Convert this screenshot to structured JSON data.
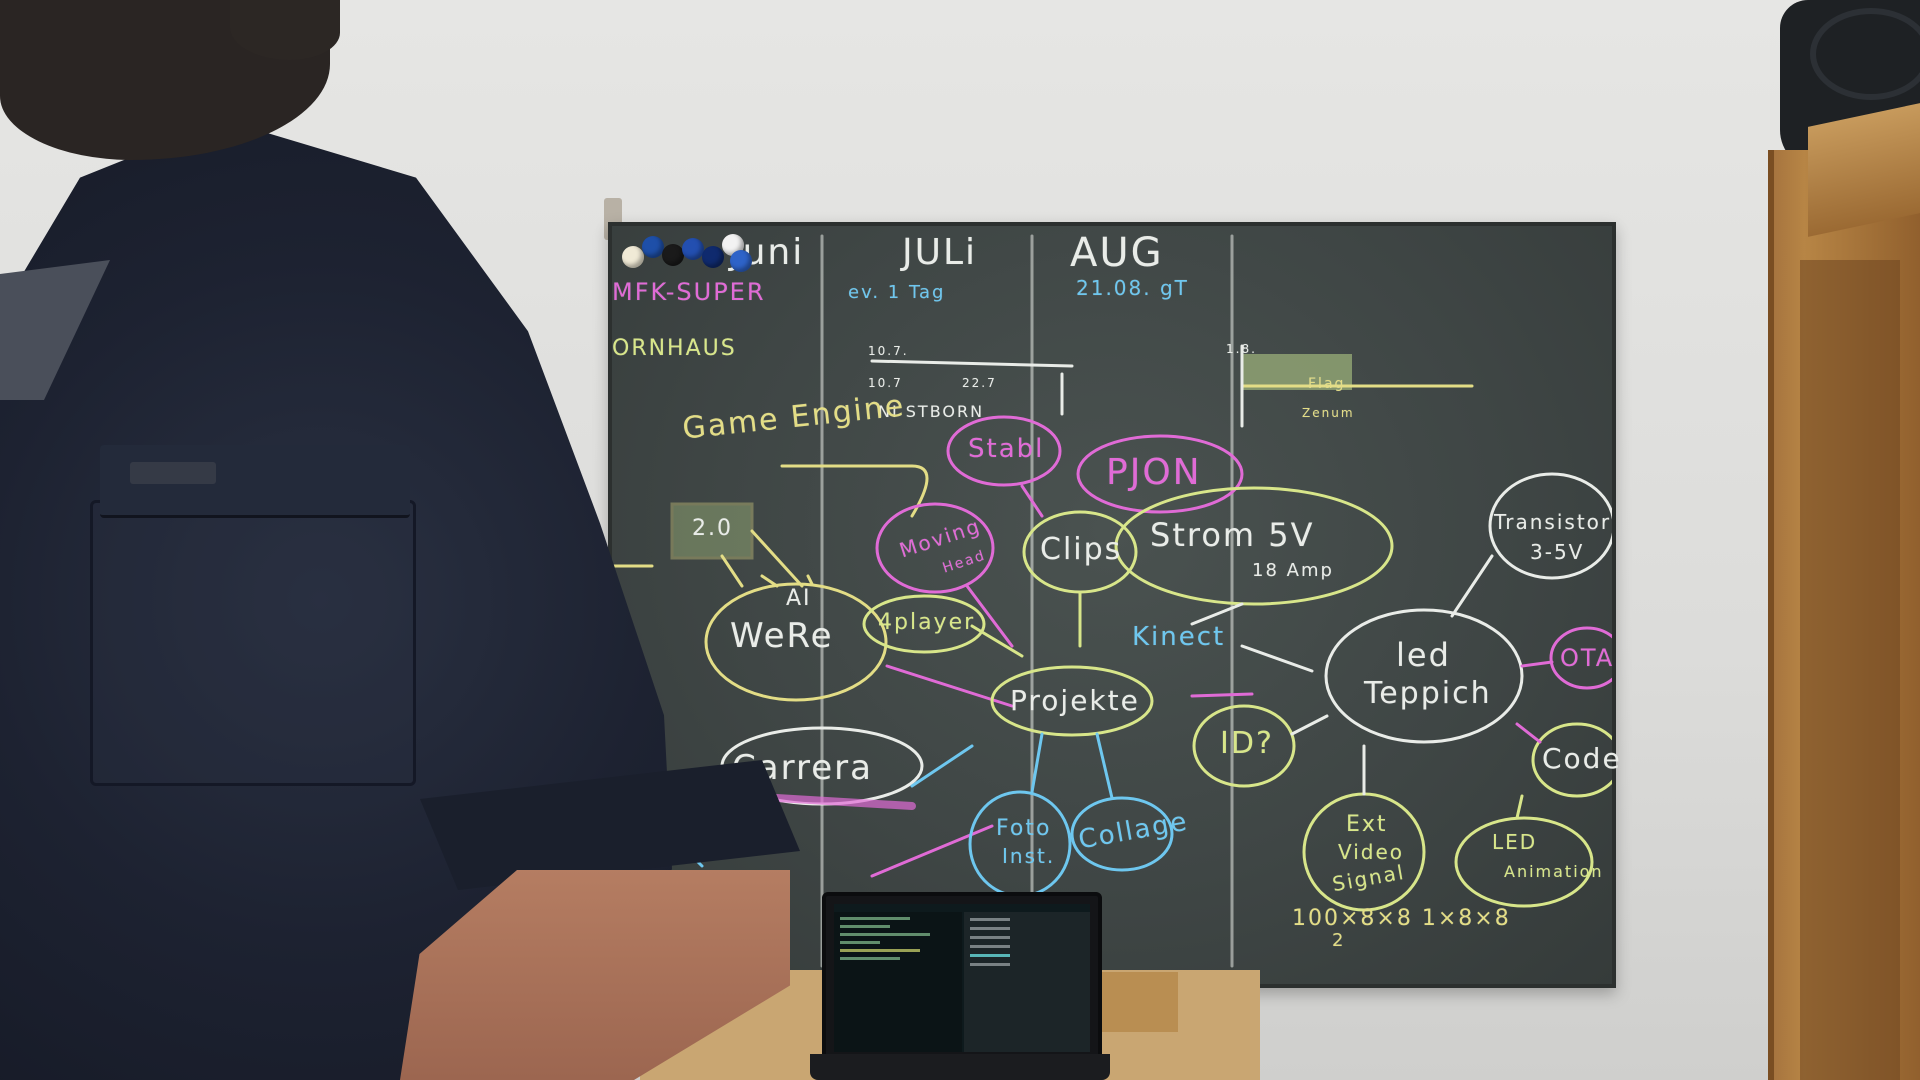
{
  "scene": {
    "board_headers": {
      "juni": "Juni",
      "juli": "JULi",
      "aug": "AUG",
      "mfk": "MFK-SUPER",
      "ornhaus": "ORNHAUS"
    },
    "board_notes": {
      "juli_sub": "ev. 1 Tag",
      "aug_sub": "21.08. gT",
      "timeline_a": "10.7.",
      "timeline_b": "1.8.",
      "timeline_c": "10.7",
      "timeline_d": "22.7",
      "timeline_e": "NI STBORN",
      "flag": "Flag",
      "flag_sub": "Zenum"
    },
    "mindmap": {
      "game_engine": "Game Engine",
      "ai": "AI",
      "were": "WeRe",
      "badge_20": "2.0",
      "moving_head_1": "Moving",
      "moving_head_2": "Head",
      "stable": "Stabl",
      "clips": "Clips",
      "pjon": "PJON",
      "strom_1": "Strom 5V",
      "strom_2": "18 Amp",
      "transistor_1": "Transistor",
      "transistor_2": "3-5V",
      "iplayer": "4player",
      "kinect": "Kinect",
      "projekte": "Projekte",
      "led_1": "led",
      "led_2": "Teppich",
      "ota": "OTA",
      "code": "Code",
      "id": "ID?",
      "carrera": "Carrera",
      "foto_1": "Foto",
      "foto_2": "Inst.",
      "collage": "Collage",
      "ext_1": "Ext",
      "ext_2": "Video",
      "ext_3": "Signal",
      "led_anim_1": "LED",
      "led_anim_2": "Animation",
      "calc": "100×8×8   1×8×8",
      "calc_sub": "2"
    },
    "colors": {
      "chalk_white": "#e9ece8",
      "chalk_yellow": "#e3dd86",
      "chalk_pink": "#e06bd6",
      "chalk_blue": "#6ec7ef",
      "chalk_green": "#cbe07a",
      "board": "#3f4645",
      "shirt": "#1d2231"
    }
  }
}
